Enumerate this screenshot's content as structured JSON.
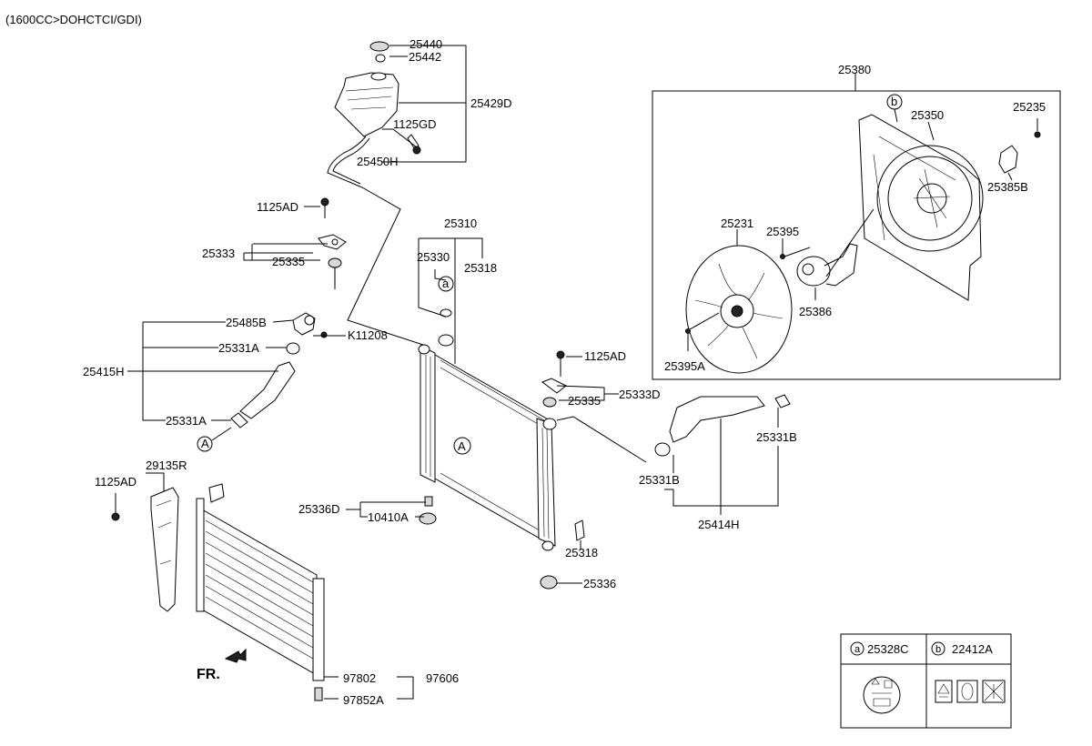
{
  "header": {
    "engine_note": "(1600CC>DOHCTCI/GDI)"
  },
  "front_label": "FR.",
  "callouts": {
    "p25440": "25440",
    "p25442": "25442",
    "p25429D": "25429D",
    "p1125GD": "1125GD",
    "p25450H": "25450H",
    "p1125AD_top": "1125AD",
    "p25333": "25333",
    "p25335_left": "25335",
    "p25310": "25310",
    "p25330": "25330",
    "p25318_top": "25318",
    "p25485B": "25485B",
    "p25331A_upper": "25331A",
    "pK11208": "K11208",
    "p25415H": "25415H",
    "p25331A_lower": "25331A",
    "p1125AD_mid": "1125AD",
    "p25335_right": "25335",
    "p25333D": "25333D",
    "p29135R": "29135R",
    "p1125AD_left": "1125AD",
    "p25336D": "25336D",
    "p10410A": "10410A",
    "p25318_bottom": "25318",
    "p25336": "25336",
    "p25331B_right": "25331B",
    "p25331B_left": "25331B",
    "p25414H": "25414H",
    "p97802": "97802",
    "p97606": "97606",
    "p97852A": "97852A",
    "p25380": "25380",
    "p25350": "25350",
    "p25235": "25235",
    "p25385B": "25385B",
    "p25231": "25231",
    "p25395": "25395",
    "p25386": "25386",
    "p25395A": "25395A"
  },
  "markers": {
    "a": "a",
    "b": "b",
    "A": "A"
  },
  "legend": {
    "a_code": "25328C",
    "b_code": "22412A"
  },
  "colors": {
    "line": "#000000",
    "background": "#ffffff",
    "part_fill": "#ffffff",
    "shade": "#d9d9d9"
  }
}
